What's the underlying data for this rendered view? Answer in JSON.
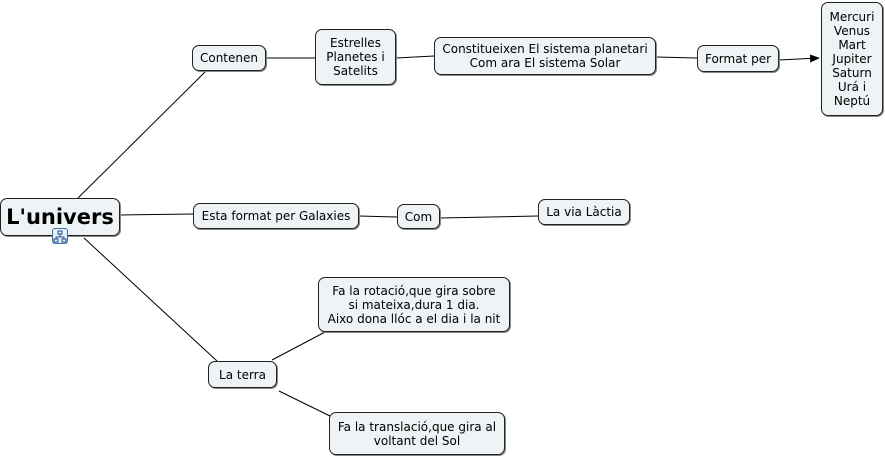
{
  "nodes": {
    "root": "L'univers",
    "contenen": "Contenen",
    "estrelles": "Estrelles\nPlanetes i\nSatelits",
    "constitueixen": "Constitueixen El sistema planetari\nCom ara El sistema Solar",
    "format_per": "Format per",
    "planets": "Mercuri\nVenus\nMart\nJupiter\nSaturn\nUrá i\nNeptú",
    "galaxies": "Esta format per Galaxies",
    "com": "Com",
    "via_lactia": "La via Làctia",
    "terra": "La terra",
    "rotacio": "Fa la rotació,que gira sobre\nsi mateixa,dura 1 dia.\nAixo dona llóc a el dia i la nit",
    "translacio": "Fa la translació,que gira al\nvoltant del Sol"
  }
}
